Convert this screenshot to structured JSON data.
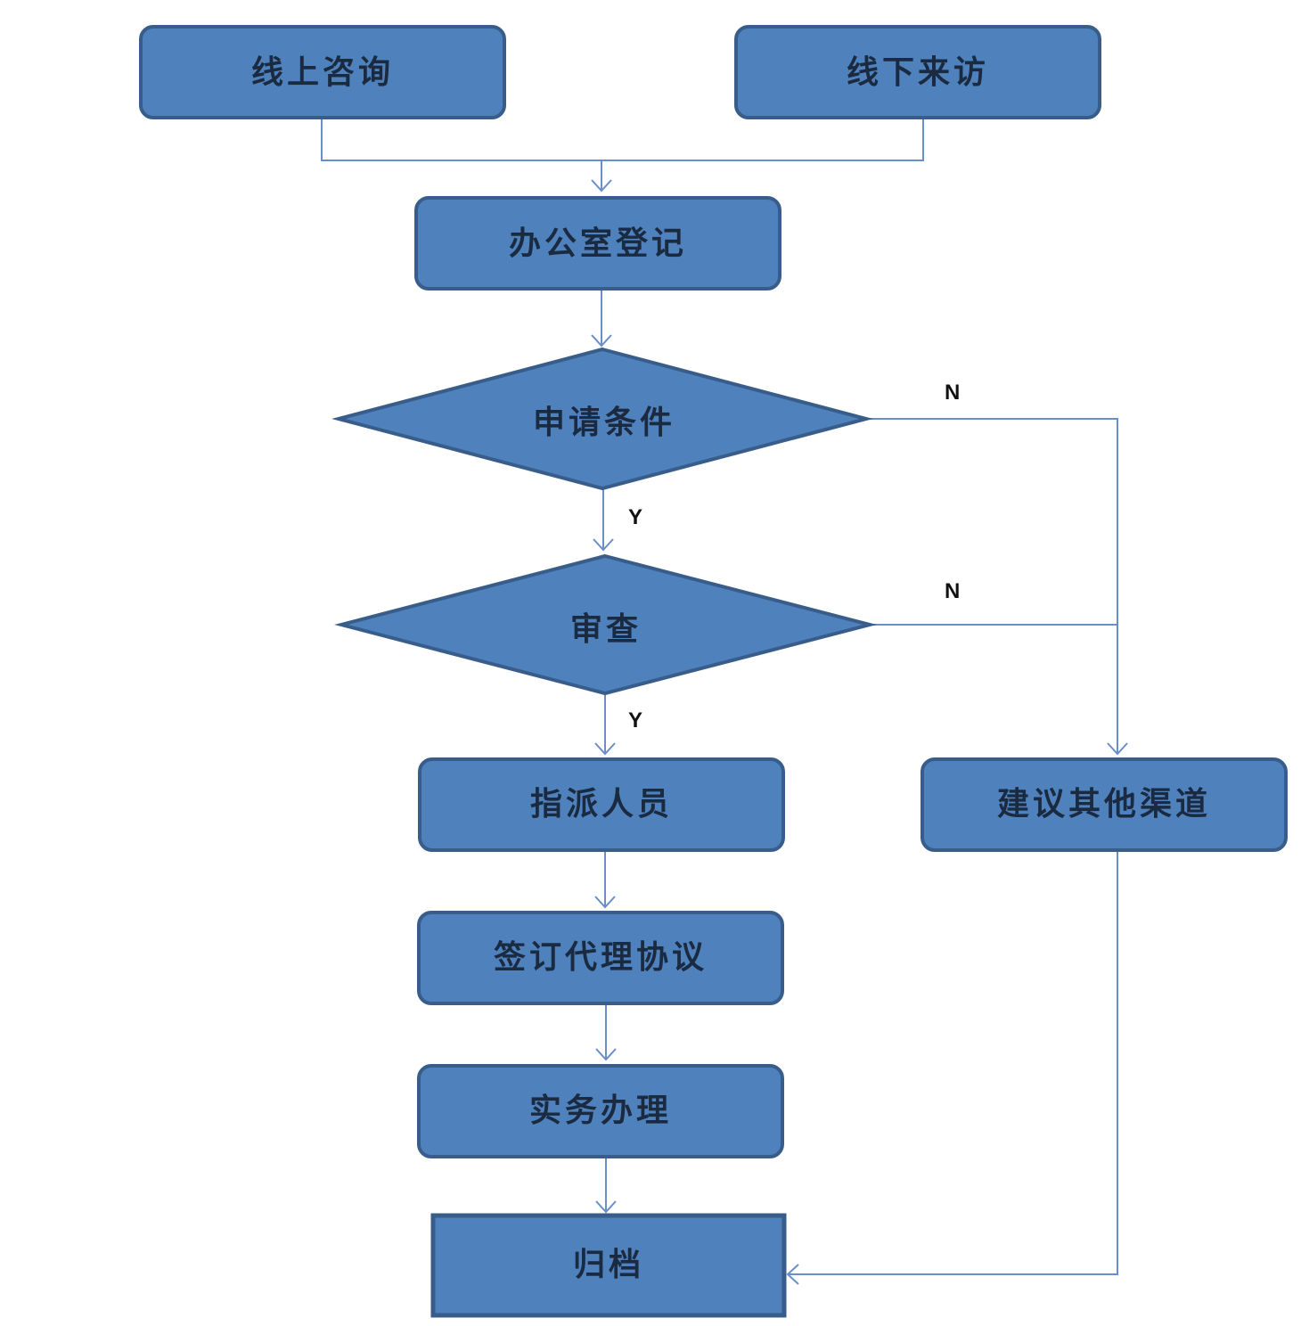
{
  "colors": {
    "fill": "#4f81bd",
    "border": "#385d8a",
    "connector": "#6a8fc8",
    "text": "#1a2a40"
  },
  "nodes": {
    "online_consult": "线上咨询",
    "offline_visit": "线下来访",
    "office_register": "办公室登记",
    "eligibility": "申请条件",
    "review": "审查",
    "assign_staff": "指派人员",
    "sign_agreement": "签订代理协议",
    "handle_matter": "实务办理",
    "archive": "归档",
    "other_channels": "建议其他渠道"
  },
  "edge_labels": {
    "eligibility_yes": "Y",
    "eligibility_no": "N",
    "review_yes": "Y",
    "review_no": "N"
  }
}
